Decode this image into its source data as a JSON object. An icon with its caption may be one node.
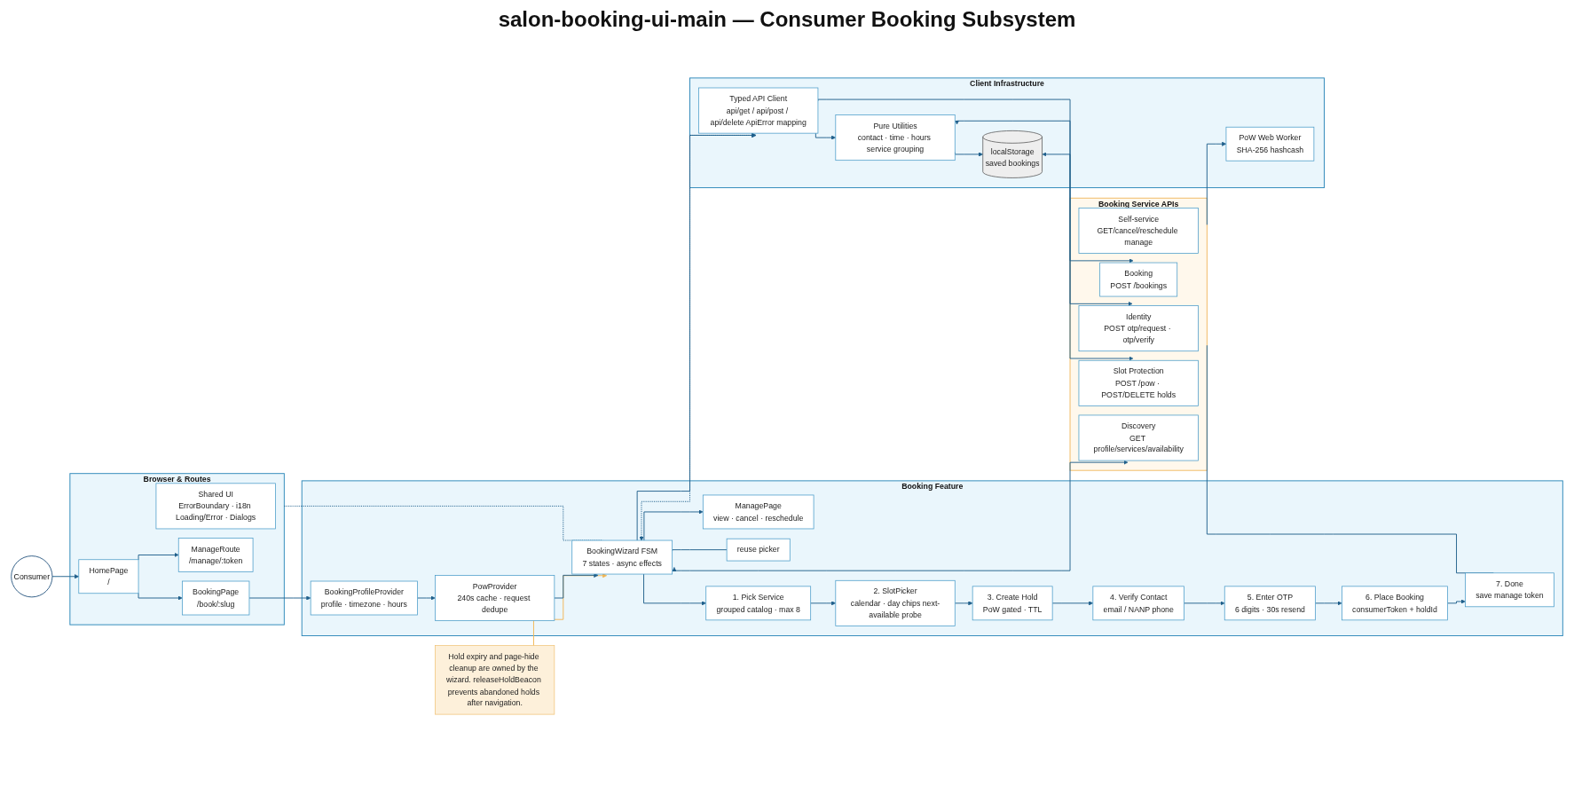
{
  "diagram": {
    "title": "salon-booking-ui-main — Consumer Booking Subsystem",
    "nodes": [
      {
        "text": [
          "Consumer"
        ]
      },
      {
        "text": [
          "Browser & Routes"
        ]
      },
      {
        "text": [
          "Shared UI",
          "ErrorBoundary · i18n Loading/Error · Dialogs"
        ],
        "in": 1
      },
      {
        "text": [
          "ManageRoute",
          "/manage/:token"
        ],
        "in": 1
      },
      {
        "text": [
          "HomePage",
          "/"
        ],
        "in": 1
      },
      {
        "text": [
          "BookingPage",
          "/book/:slug"
        ],
        "in": 1
      },
      {
        "text": [
          "Hold expiry and page-hide cleanup are owned by the wizard. releaseHoldBeacon prevents abandoned holds after navigation."
        ]
      },
      {
        "text": [
          "Booking Feature"
        ]
      },
      {
        "text": [
          "ManagePage",
          "view · cancel · reschedule"
        ],
        "in": 7
      },
      {
        "text": [
          "reuse picker"
        ],
        "in": 7
      },
      {
        "text": [
          "BookingProfileProvider",
          "profile · timezone · hours"
        ],
        "in": 7
      },
      {
        "text": [
          "PowProvider",
          "240s cache · request dedupe"
        ],
        "in": 7
      },
      {
        "text": [
          "BookingWizard FSM",
          "7 states · async effects"
        ],
        "in": 7
      },
      {
        "text": [
          "1. Pick Service",
          "grouped catalog · max 8"
        ],
        "in": 7
      },
      {
        "text": [
          "2. SlotPicker",
          "calendar · day chips next-available probe"
        ],
        "in": 7
      },
      {
        "text": [
          "3. Create Hold",
          "PoW gated · TTL"
        ],
        "in": 7
      },
      {
        "text": [
          "4. Verify Contact",
          "email / NANP phone"
        ],
        "in": 7
      },
      {
        "text": [
          "5. Enter OTP",
          "6 digits · 30s resend"
        ],
        "in": 7
      },
      {
        "text": [
          "6. Place Booking",
          "consumerToken + holdId"
        ],
        "in": 7
      },
      {
        "text": [
          "7. Done",
          "save manage token"
        ],
        "in": 7
      },
      {
        "text": [
          "Client Infrastructure"
        ]
      },
      {
        "text": [
          "Typed API Client",
          "api/get / api/post / api/delete ApiError mapping"
        ],
        "in": 20
      },
      {
        "text": [
          "Pure Utilities",
          "contact · time · hours service grouping"
        ],
        "in": 20
      },
      {
        "text": [
          "localStorage",
          "saved bookings"
        ],
        "in": 20
      },
      {
        "text": [
          "PoW Web Worker",
          "SHA-256 hashcash"
        ],
        "in": 20
      },
      {
        "text": [
          "Booking Service APIs"
        ]
      },
      {
        "text": [
          "Self-service",
          "GET/cancel/reschedule manage"
        ],
        "in": 25
      },
      {
        "text": [
          "Booking",
          "POST /bookings"
        ],
        "in": 25
      },
      {
        "text": [
          "Identity",
          "POST otp/request · otp/verify"
        ],
        "in": 25
      },
      {
        "text": [
          "Slot Protection",
          "POST /pow · POST/DELETE holds"
        ],
        "in": 25
      },
      {
        "text": [
          "Discovery",
          "GET profile/services/availability"
        ],
        "in": 25
      }
    ],
    "edges": [
      {
        "from": 0,
        "to": 4,
        "arrow": "to"
      },
      {
        "from": 4,
        "to": 3,
        "arrow": "to"
      },
      {
        "from": 4,
        "to": 5,
        "arrow": "to"
      },
      {
        "from": 1,
        "to": 12,
        "arrow": "none",
        "style": "dashed"
      },
      {
        "from": 5,
        "to": 10,
        "arrow": "to"
      },
      {
        "from": 6,
        "to": 12,
        "arrow": "to",
        "color": "#f2b552"
      },
      {
        "from": 10,
        "to": 11,
        "arrow": "to"
      },
      {
        "from": 11,
        "to": 12,
        "arrow": "to"
      },
      {
        "from": 12,
        "to": 8,
        "arrow": "to"
      },
      {
        "from": 12,
        "to": 9,
        "arrow": "none"
      },
      {
        "from": 12,
        "to": 13,
        "arrow": "to"
      },
      {
        "from": 13,
        "to": 14,
        "arrow": "to"
      },
      {
        "from": 14,
        "to": 15,
        "arrow": "to"
      },
      {
        "from": 15,
        "to": 16,
        "arrow": "to"
      },
      {
        "from": 16,
        "to": 17,
        "arrow": "to"
      },
      {
        "from": 17,
        "to": 18,
        "arrow": "to"
      },
      {
        "from": 18,
        "to": 19,
        "arrow": "to"
      },
      {
        "from": 25,
        "to": 19,
        "arrow": "none"
      },
      {
        "from": 12,
        "to": 21,
        "arrow": "both",
        "style": "dashed"
      },
      {
        "from": 12,
        "to": 21,
        "arrow": "to"
      },
      {
        "from": 12,
        "to": 30,
        "arrow": "both"
      },
      {
        "from": 21,
        "to": 27,
        "arrow": "to"
      },
      {
        "from": 21,
        "to": 22,
        "arrow": "to"
      },
      {
        "from": 22,
        "to": 28,
        "arrow": "both"
      },
      {
        "from": 22,
        "to": 23,
        "arrow": "to"
      },
      {
        "from": 23,
        "to": 29,
        "arrow": "both"
      },
      {
        "from": 25,
        "to": 24,
        "arrow": "to"
      }
    ]
  }
}
